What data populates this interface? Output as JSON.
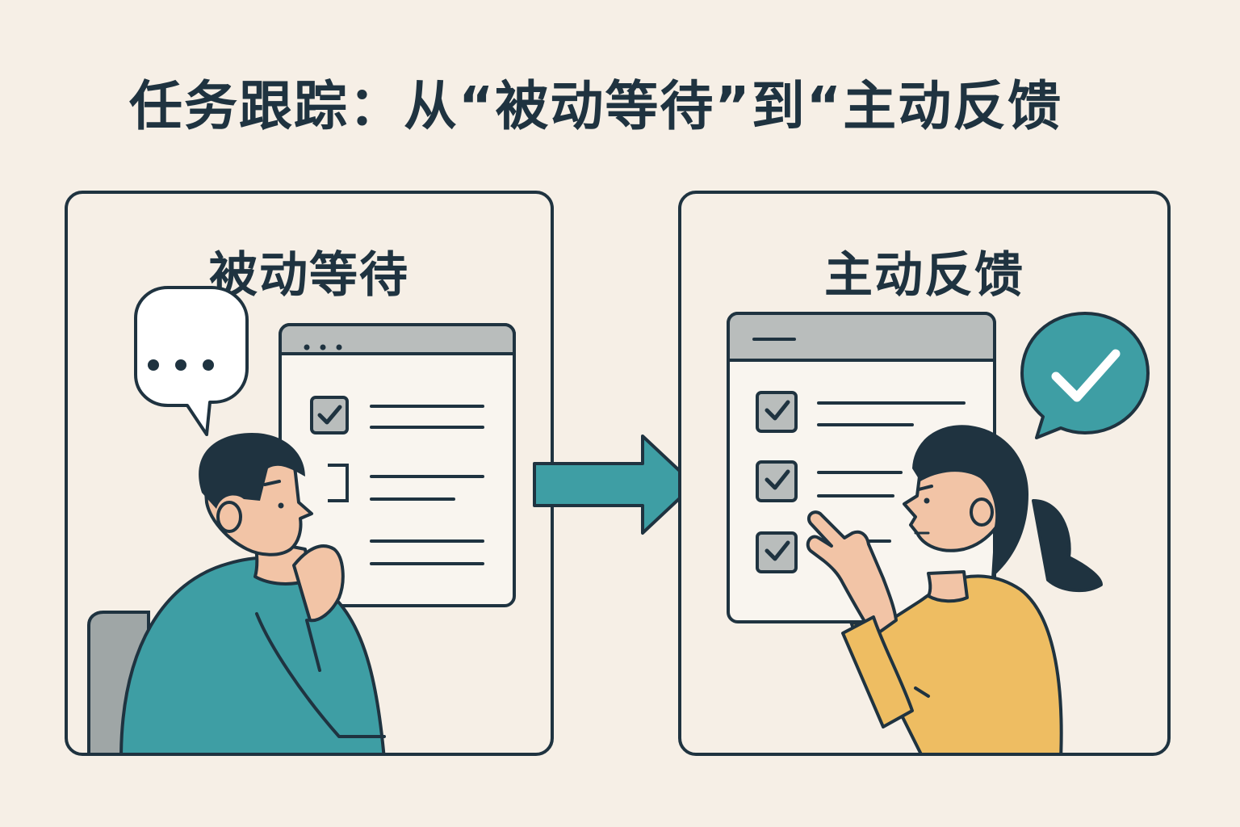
{
  "title": "任务跟踪：从“被动等待”到“主动反馈",
  "panels": [
    {
      "title": "被动等待"
    },
    {
      "title": "主动反馈"
    }
  ],
  "icons": {
    "speech_bubble": "ellipsis-speech-bubble-icon",
    "check_bubble": "check-speech-bubble-icon",
    "arrow": "arrow-right-icon",
    "checkbox": "checkbox-icon"
  },
  "colors": {
    "background": "#f6efe6",
    "outline": "#1f3340",
    "teal": "#3e9ea4",
    "yellow": "#eebd62",
    "skin": "#f2c4a6",
    "window_header": "#b9bdbc"
  }
}
